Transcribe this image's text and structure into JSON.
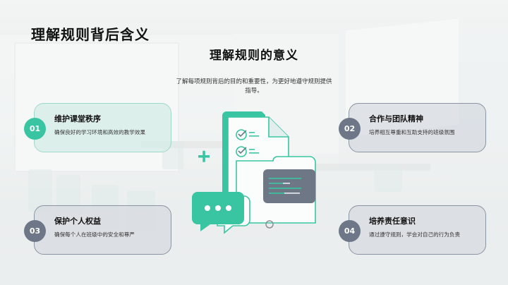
{
  "slide": {
    "main_title": "理解规则背后含义",
    "sub_title": "理解规则的意义",
    "intro": "了解每项规则背后的目的和重要性，为更好地遵守规则提供指导。"
  },
  "cards": [
    {
      "number": "01",
      "title": "维护课堂秩序",
      "description": "确保良好的学习环境和高效的教学效果",
      "style": "teal"
    },
    {
      "number": "02",
      "title": "合作与团队精神",
      "description": "培养相互尊重和互助支持的班级氛围",
      "style": "gray"
    },
    {
      "number": "03",
      "title": "保护个人权益",
      "description": "确保每个人在班级中的安全和尊严",
      "style": "gray"
    },
    {
      "number": "04",
      "title": "培养责任意识",
      "description": "通过遵守规则，学会对自己的行为负责",
      "style": "gray"
    }
  ],
  "illustration": {
    "icons": [
      "document-checklist-icon",
      "folder-icon",
      "chat-bubble-icon",
      "plus-icon",
      "circle-icon"
    ]
  },
  "colors": {
    "accent_teal": "#3ac5a2",
    "accent_gray": "#6d7787",
    "panel_dark": "#6e7785"
  }
}
